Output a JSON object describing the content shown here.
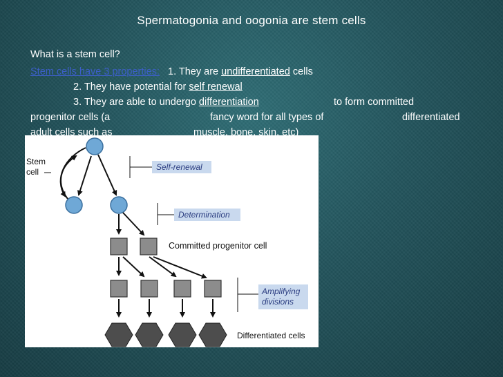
{
  "slide": {
    "title": "Spermatogonia and oogonia are stem cells",
    "question": "What is a stem cell?",
    "link_text": "Stem cells have 3 properties:",
    "p1_prefix": "1.  They are ",
    "p1_term": "undifferentiated",
    "p1_suffix": " cells",
    "p2_prefix": "2.  They have potential for ",
    "p2_term": "self renewal",
    "p3_prefix": "3.  They are able to undergo ",
    "p3_term": "differentiation",
    "p3_suffix": "to form committed",
    "line5_a": "progenitor cells (a",
    "line5_b": "fancy word for all types of",
    "line5_c": "differentiated",
    "line6_a": "adult cells such as",
    "line6_b": "muscle, bone, skin, etc)"
  },
  "figure": {
    "stem_label_1": "Stem",
    "stem_label_2": "cell",
    "self_renewal": "Self-renewal",
    "determination": "Determination",
    "committed": "Committed progenitor cell",
    "amplifying_1": "Amplifying",
    "amplifying_2": "divisions",
    "differentiated": "Differentiated cells",
    "colors": {
      "stem_cell": "#6fa8d6",
      "progenitor": "#8c8c8c",
      "differentiated": "#4d4d4d",
      "callout": "#c9d9ee",
      "callout_text": "#2b3d80"
    }
  }
}
